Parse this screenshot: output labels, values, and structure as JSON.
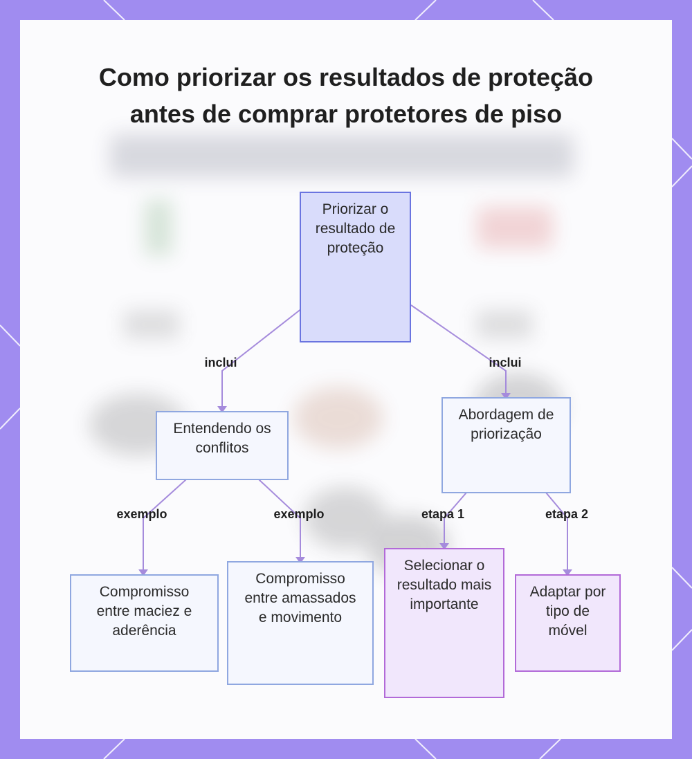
{
  "title": "Como priorizar os resultados de proteção antes de comprar protetores de piso",
  "colors": {
    "frame": "#a08cf0",
    "card": "#fbfbfd",
    "root_fill": "#d9dcfb",
    "root_border": "#6a74e0",
    "node_fill": "#f5f7fe",
    "node_border": "#8fa7e0",
    "step_fill": "#f1e7fc",
    "step_border": "#b26ad8",
    "edge": "#a58bdc"
  },
  "nodes": {
    "root": "Priorizar o resultado de proteção",
    "conflicts": "Entendendo os conflitos",
    "approach": "Abordagem de priorização",
    "softness": "Compromisso entre maciez e aderência",
    "dents": "Compromisso entre amassados e movimento",
    "select": "Selecionar o resultado mais importante",
    "adapt": "Adaptar por tipo de móvel"
  },
  "edges": {
    "root_conflicts": "inclui",
    "root_approach": "inclui",
    "conflicts_softness": "exemplo",
    "conflicts_dents": "exemplo",
    "approach_select": "etapa 1",
    "approach_adapt": "etapa 2"
  }
}
